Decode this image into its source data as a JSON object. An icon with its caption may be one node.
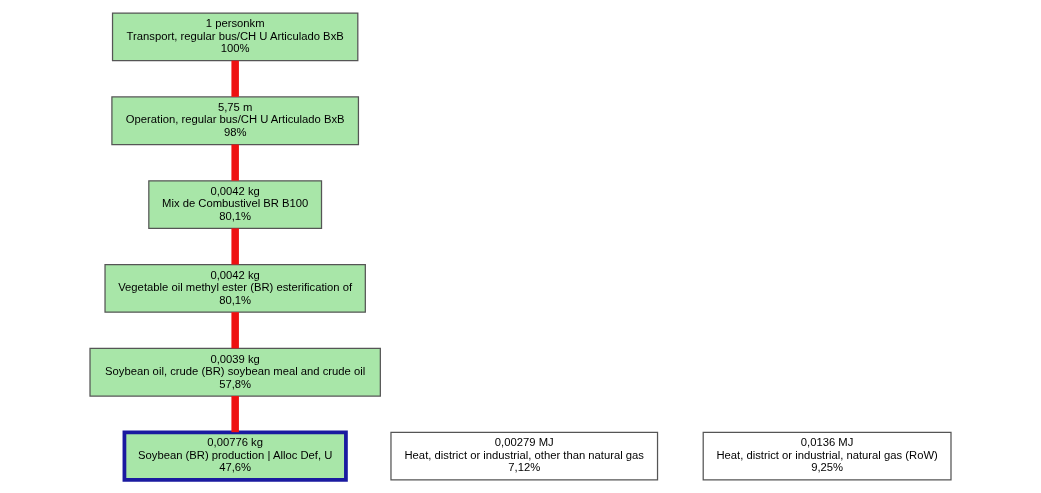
{
  "diagram": {
    "nodes": [
      {
        "text": [
          "1 personkm",
          "Transport, regular bus/CH U Articulado BxB",
          "100%"
        ]
      },
      {
        "text": [
          "5,75 m",
          "Operation, regular bus/CH U Articulado BxB",
          "98%"
        ]
      },
      {
        "text": [
          "0,0042 kg",
          "Mix de Combustivel BR B100",
          "80,1%"
        ]
      },
      {
        "text": [
          "0,0042 kg",
          "Vegetable oil methyl ester (BR) esterification of",
          "80,1%"
        ]
      },
      {
        "text": [
          "0,0039 kg",
          "Soybean oil, crude (BR) soybean meal and crude oil",
          "57,8%"
        ]
      },
      {
        "text": [
          "0,00776 kg",
          "Soybean (BR) production | Alloc Def, U",
          "47,6%"
        ]
      },
      {
        "text": [
          "0,00279 MJ",
          "Heat, district or industrial, other than natural gas",
          "7,12%"
        ]
      },
      {
        "text": [
          "0,0136 MJ",
          "Heat, district or industrial, natural gas (RoW)",
          "9,25%"
        ]
      }
    ],
    "edges": [
      {
        "from": 1,
        "to": 0,
        "arrow": "none"
      },
      {
        "from": 2,
        "to": 1,
        "arrow": "none"
      },
      {
        "from": 3,
        "to": 2,
        "arrow": "none"
      },
      {
        "from": 4,
        "to": 3,
        "arrow": "none"
      },
      {
        "from": 5,
        "to": 4,
        "arrow": "none"
      }
    ]
  }
}
